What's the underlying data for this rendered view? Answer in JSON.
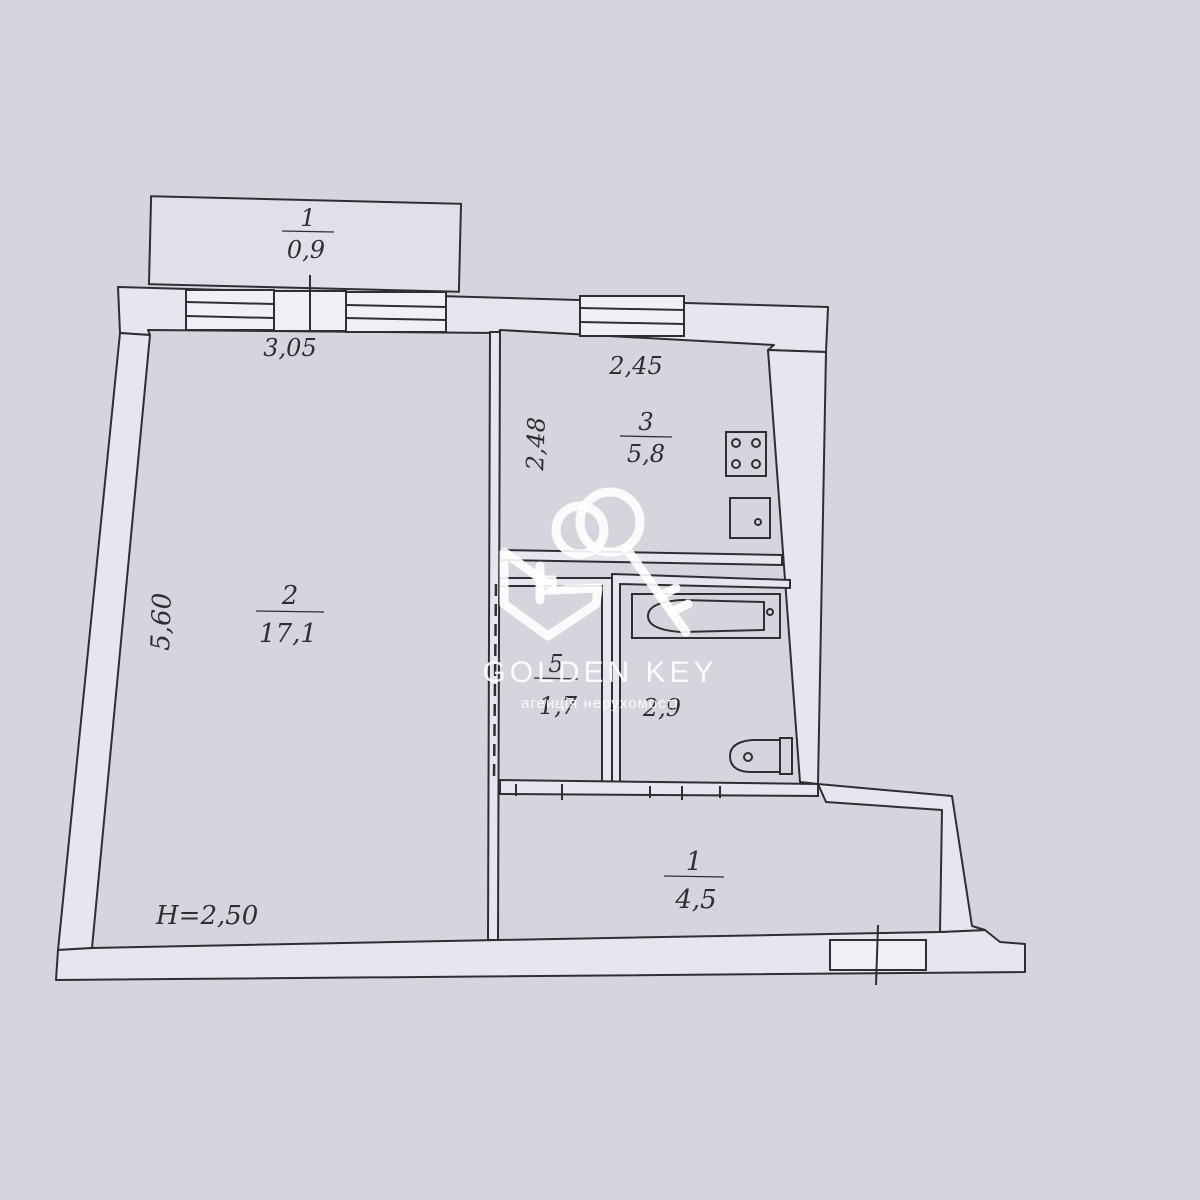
{
  "plan": {
    "background_color": "#d6d5dd",
    "wall_fill": "#e7e6ee",
    "line_color": "#2e2e33",
    "rooms": {
      "balcony_top": {
        "number": "1",
        "area": "0,9"
      },
      "living_room": {
        "number": "2",
        "area": "17,1",
        "width_dim": "3,05",
        "height_dim": "5,60"
      },
      "kitchen": {
        "number": "3",
        "area": "5,8",
        "width_dim": "2,45",
        "height_dim": "2,48"
      },
      "small_room": {
        "number": "5",
        "area": "1,7"
      },
      "bathroom": {
        "area": "2,9"
      },
      "bottom_room": {
        "number": "1",
        "area": "4,5"
      }
    },
    "ceiling_height": "H=2,50"
  },
  "watermark": {
    "name": "GOLDEN KEY",
    "subtitle": "агенція нерухомості",
    "logo": "house-key-logo",
    "color": "#ffffff"
  }
}
